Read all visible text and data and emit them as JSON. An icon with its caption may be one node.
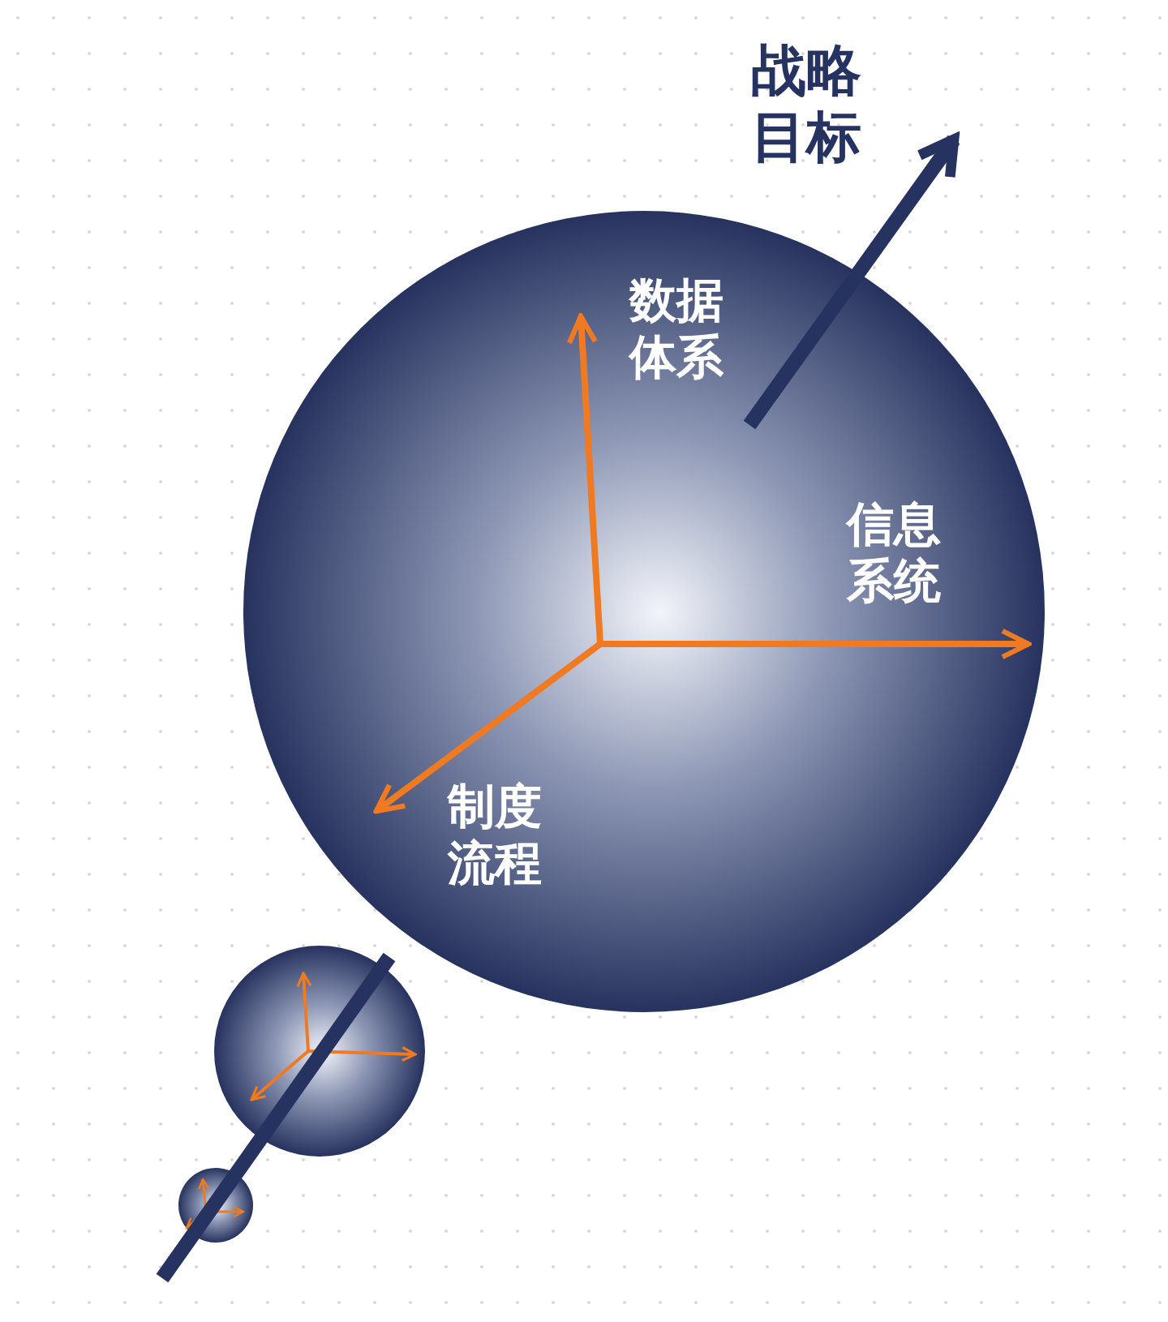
{
  "diagram": {
    "labels": [
      "战略目标",
      "数据体系",
      "信息系统",
      "制度流程"
    ]
  }
}
